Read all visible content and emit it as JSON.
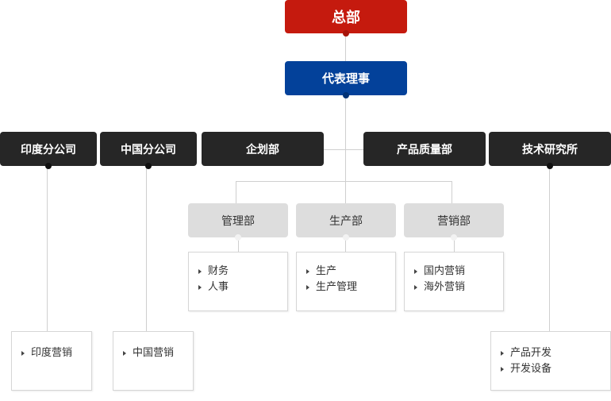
{
  "headquarters": "总部",
  "representative": "代表理事",
  "divisions": {
    "india_branch": "印度分公司",
    "china_branch": "中国分公司",
    "planning": "企划部",
    "quality": "产品质量部",
    "research": "技术研究所"
  },
  "departments": {
    "management": "管理部",
    "production": "生产部",
    "marketing": "营销部"
  },
  "cards": {
    "management": [
      "财务",
      "人事"
    ],
    "production": [
      "生产",
      "生产管理"
    ],
    "marketing": [
      "国内营销",
      "海外营销"
    ],
    "india": [
      "印度营销"
    ],
    "china": [
      "中国营销"
    ],
    "research": [
      "产品开发",
      "开发设备"
    ]
  },
  "colors": {
    "headquarters": "#c51a0e",
    "representative": "#03419a",
    "division": "#262626",
    "department": "#dddddd",
    "connector": "#cfcfcf"
  }
}
